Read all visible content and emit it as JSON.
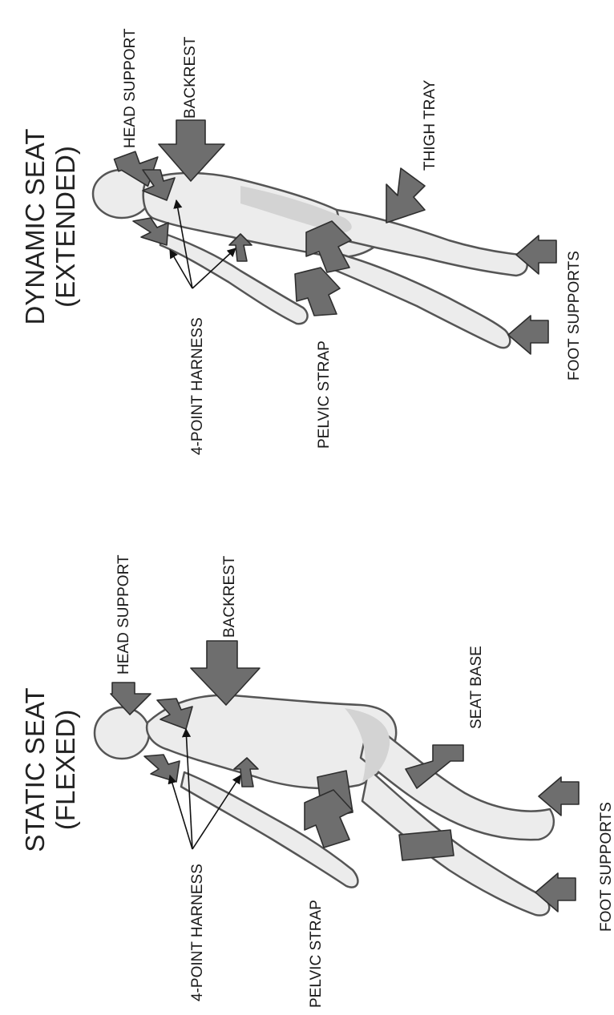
{
  "static_seat": {
    "title_line1": "STATIC SEAT",
    "title_line2": "(FLEXED)",
    "labels": {
      "head_support": "HEAD SUPPORT",
      "backrest": "BACKREST",
      "seat_base": "SEAT BASE",
      "foot_supports": "FOOT SUPPORTS",
      "four_point_harness": "4-POINT HARNESS",
      "pelvic_strap": "PELVIC STRAP"
    }
  },
  "dynamic_seat": {
    "title_line1": "DYNAMIC SEAT",
    "title_line2": "(EXTENDED)",
    "labels": {
      "head_support": "HEAD SUPPORT",
      "backrest": "BACKREST",
      "thigh_tray": "THIGH TRAY",
      "foot_supports": "FOOT SUPPORTS",
      "four_point_harness": "4-POINT HARNESS",
      "pelvic_strap": "PELVIC STRAP"
    }
  },
  "colors": {
    "arrow_fill": "#6e6e6e",
    "body_fill": "#ececec",
    "outline": "#555555"
  }
}
